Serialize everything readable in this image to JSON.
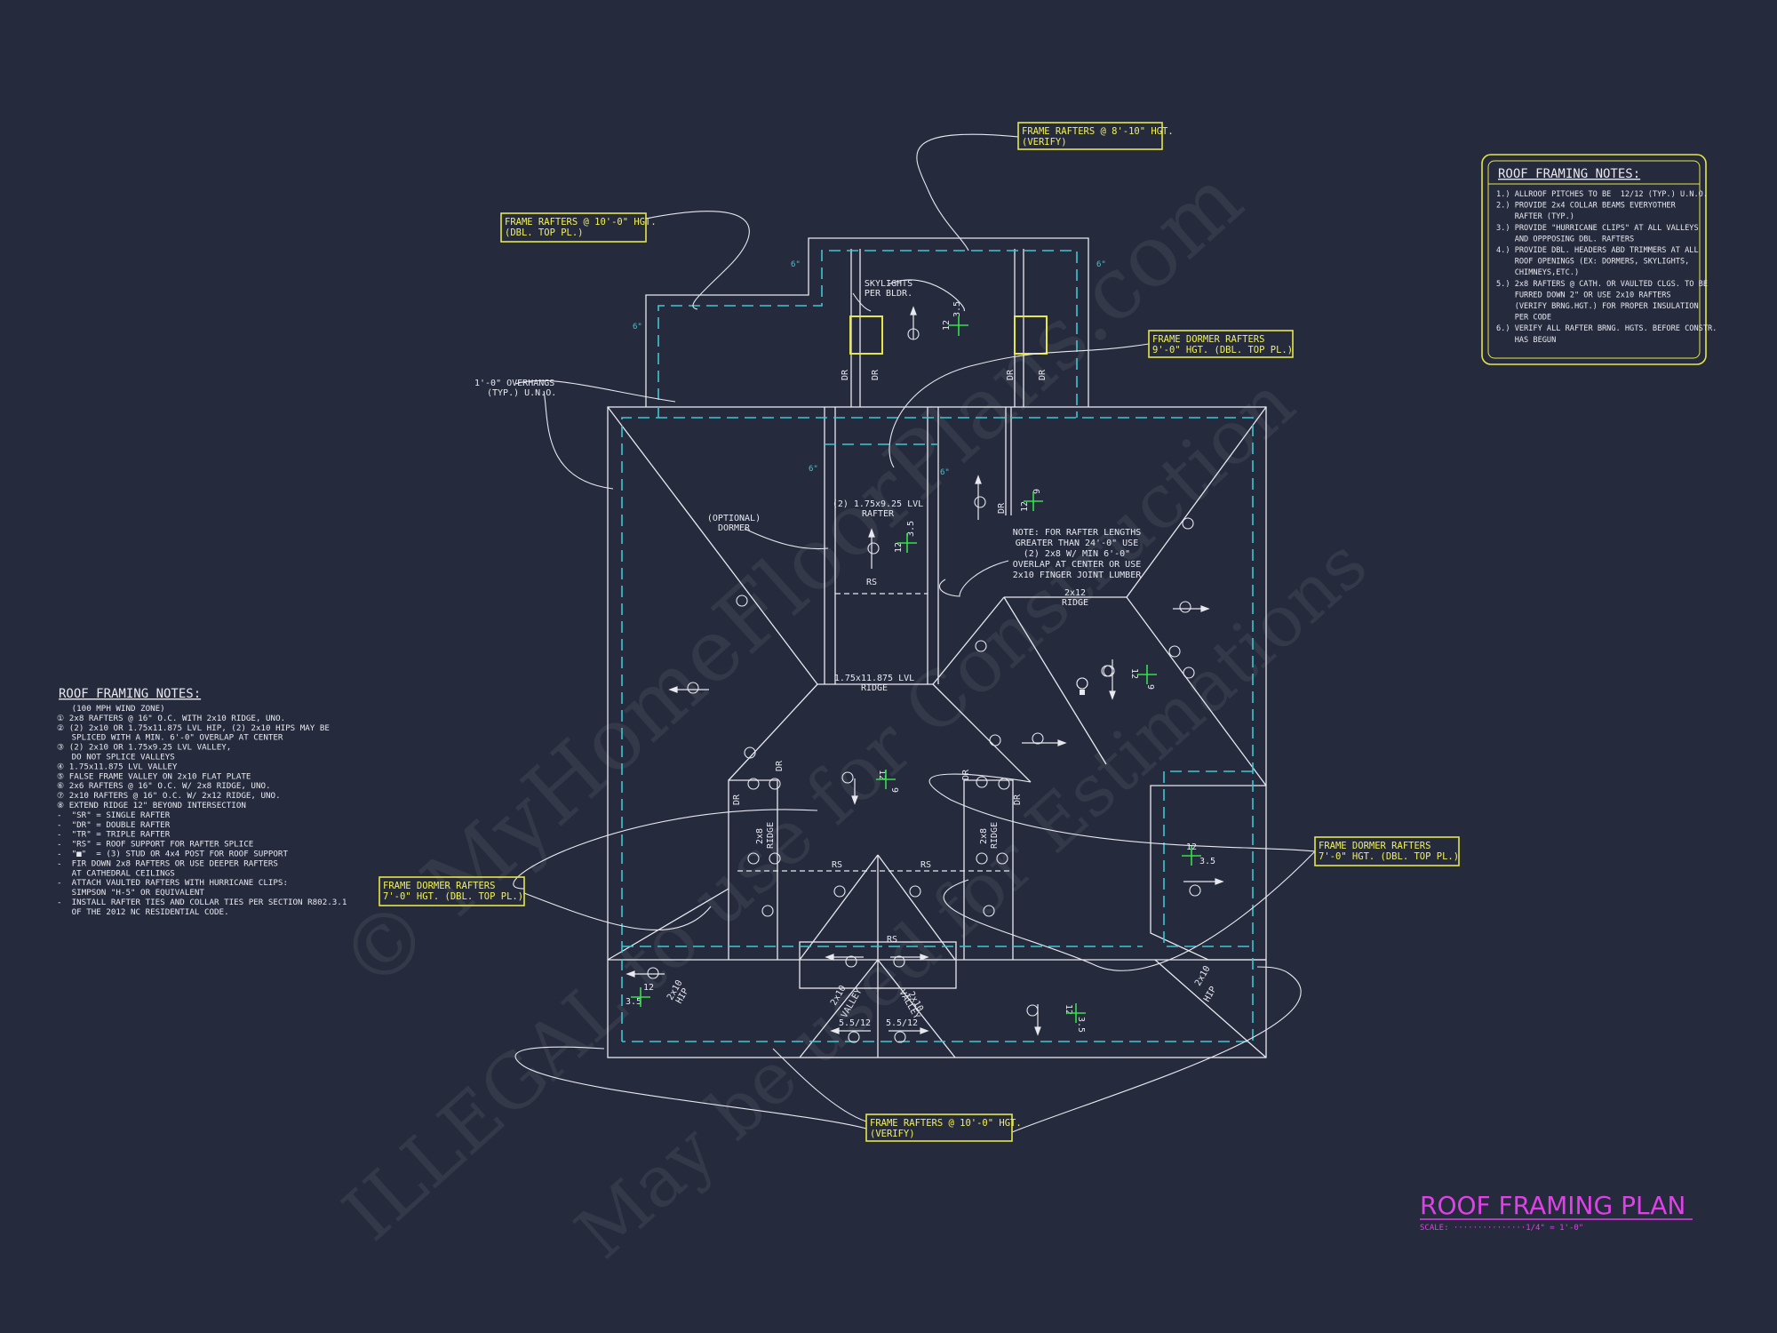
{
  "watermark": {
    "line1": "© MyHomeFloorPlans.com",
    "line2": "ILLEGAL to use for Construction",
    "line3": "May be used for Estimations"
  },
  "callouts": {
    "top_center": [
      "FRAME RAFTERS @ 8'-10\" HGT.",
      "(VERIFY)"
    ],
    "top_left": [
      "FRAME RAFTERS @ 10'-0\" HGT.",
      "(DBL. TOP PL.)"
    ],
    "right_dormer_upper": [
      "FRAME DORMER RAFTERS",
      "9'-0\" HGT. (DBL. TOP PL.)"
    ],
    "right_dormer_lower": [
      "FRAME DORMER RAFTERS",
      "7'-0\" HGT. (DBL. TOP PL.)"
    ],
    "left_dormer": [
      "FRAME DORMER RAFTERS",
      "7'-0\" HGT. (DBL. TOP PL.)"
    ],
    "bottom": [
      "FRAME RAFTERS @ 10'-0\" HGT.",
      "(VERIFY)"
    ]
  },
  "plan_labels": {
    "skylights": [
      "SKYLIGHTS",
      "PER BLDR."
    ],
    "overhangs": [
      "1'-0\" OVERHANGS",
      "(TYP.) U.N.O."
    ],
    "optional_dormer": [
      "(OPTIONAL)",
      "DORMER"
    ],
    "lvl_rafter": [
      "(2) 1.75x9.25 LVL",
      "RAFTER"
    ],
    "rafter_note": [
      "NOTE: FOR RAFTER LENGTHS",
      "GREATER THAN 24'-0\" USE",
      "(2) 2x8 W/ MIN 6'-0\"",
      "OVERLAP AT CENTER OR USE",
      "2x10 FINGER JOINT LUMBER"
    ],
    "ridge_2x12": [
      "2x12",
      "RIDGE"
    ],
    "lvl_ridge": [
      "1.75x11.875 LVL",
      "RIDGE"
    ],
    "rs": "RS",
    "dr": "DR",
    "ridge_2x8": "2x8",
    "ridge": "RIDGE",
    "hip_2x10": "2x10",
    "hip": "HIP",
    "valley_2x10": "2x10",
    "valley": "VALLEY",
    "pitch_12": "12",
    "pitch_9": "9",
    "pitch_35": "3.5",
    "pitch_5512": "5.5/12",
    "fascia": "6\""
  },
  "notes_right": {
    "title": "ROOF FRAMING NOTES:",
    "lines": [
      "1.) ALLROOF PITCHES TO BE  12/12 (TYP.) U.N.O.",
      "2.) PROVIDE 2x4 COLLAR BEAMS EVERYOTHER",
      "    RAFTER (TYP.)",
      "3.) PROVIDE \"HURRICANE CLIPS\" AT ALL VALLEYS",
      "    AND OPPPOSING DBL. RAFTERS",
      "4.) PROVIDE DBL. HEADERS ABD TRIMMERS AT ALL",
      "    ROOF OPENINGS (EX: DORMERS, SKYLIGHTS,",
      "    CHIMNEYS,ETC.)",
      "5.) 2x8 RAFTERS @ CATH. OR VAULTED CLGS. TO BE",
      "    FURRED DOWN 2\" OR USE 2x10 RAFTERS",
      "    (VERIFY BRNG.HGT.) FOR PROPER INSULATION",
      "    PER CODE",
      "6.) VERIFY ALL RAFTER BRNG. HGTS. BEFORE CONSTR.",
      "    HAS BEGUN"
    ]
  },
  "notes_left": {
    "title": "ROOF FRAMING NOTES:",
    "lines": [
      "   (100 MPH WIND ZONE)",
      "① 2x8 RAFTERS @ 16\" O.C. WITH 2x10 RIDGE, UNO.",
      "② (2) 2x10 OR 1.75x11.875 LVL HIP, (2) 2x10 HIPS MAY BE",
      "   SPLICED WITH A MIN. 6'-0\" OVERLAP AT CENTER",
      "③ (2) 2x10 OR 1.75x9.25 LVL VALLEY,",
      "   DO NOT SPLICE VALLEYS",
      "④ 1.75x11.875 LVL VALLEY",
      "⑤ FALSE FRAME VALLEY ON 2x10 FLAT PLATE",
      "⑥ 2x6 RAFTERS @ 16\" O.C. W/ 2x8 RIDGE, UNO.",
      "⑦ 2x10 RAFTERS @ 16\" O.C. W/ 2x12 RIDGE, UNO.",
      "⑧ EXTEND RIDGE 12\" BEYOND INTERSECTION",
      "-  \"SR\" = SINGLE RAFTER",
      "-  \"DR\" = DOUBLE RAFTER",
      "-  \"TR\" = TRIPLE RAFTER",
      "-  \"RS\" = ROOF SUPPORT FOR RAFTER SPLICE",
      "-  \"■\"  = (3) STUD OR 4x4 POST FOR ROOF SUPPORT",
      "-  FIR DOWN 2x8 RAFTERS OR USE DEEPER RAFTERS",
      "   AT CATHEDRAL CEILINGS",
      "-  ATTACH VAULTED RAFTERS WITH HURRICANE CLIPS:",
      "   SIMPSON \"H-5\" OR EQUIVALENT",
      "-  INSTALL RAFTER TIES AND COLLAR TIES PER SECTION R802.3.1",
      "   OF THE 2012 NC RESIDENTIAL CODE."
    ]
  },
  "plan_title": {
    "title": "ROOF FRAMING PLAN",
    "scale": "SCALE: ···············1/4\" = 1'-0\""
  },
  "colors": {
    "background": "#252a3c",
    "linework": "#e8e8ef",
    "overhang_dashed": "#3ec7d1",
    "callout": "#e6e64a",
    "title": "#e040e8",
    "pitch_marker": "#35e04a"
  }
}
